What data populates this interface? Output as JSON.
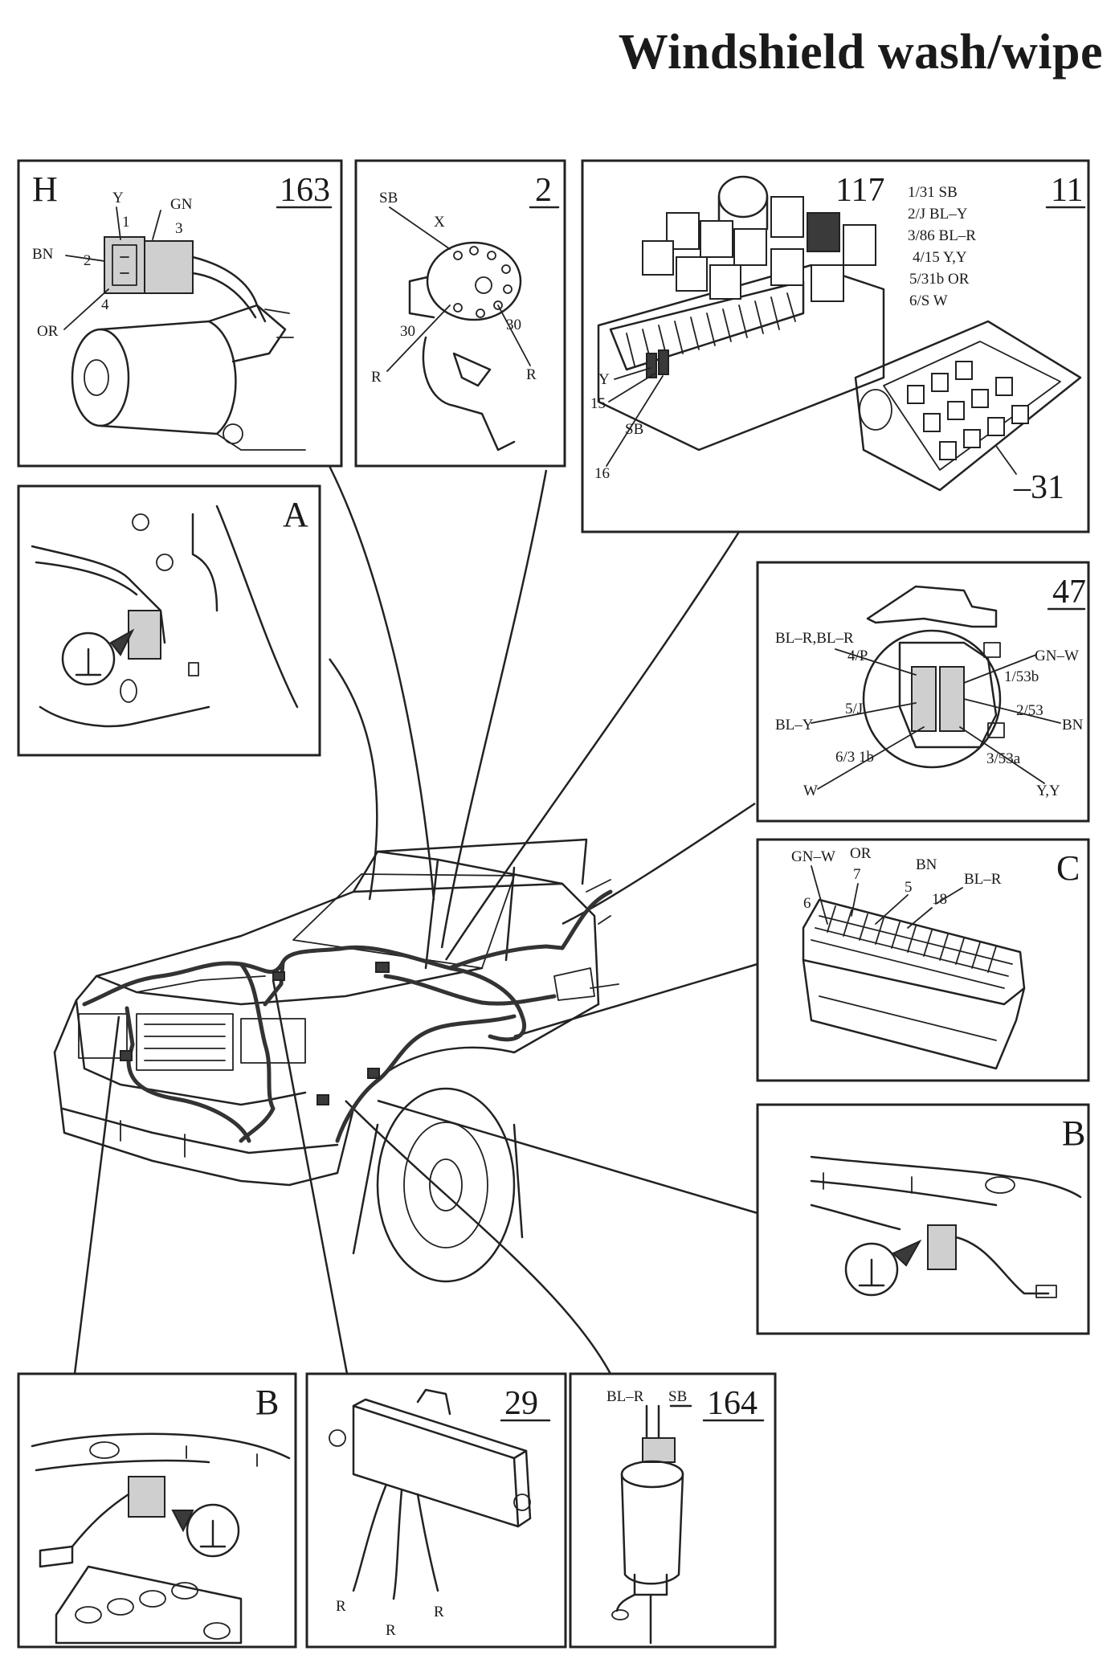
{
  "title": "Windshield wash/wipe",
  "panels": {
    "h163": {
      "letter": "H",
      "number": "163",
      "pins": {
        "y": "Y",
        "p1": "1",
        "gn": "GN",
        "p3": "3",
        "bn": "BN",
        "p2": "2",
        "p4": "4",
        "or": "OR"
      }
    },
    "s2": {
      "number": "2",
      "labels": {
        "sb": "SB",
        "x": "X",
        "n30a": "30",
        "n30b": "30",
        "ra": "R",
        "rb": "R"
      }
    },
    "r117": {
      "number": "117",
      "part": "11",
      "legend": [
        "1/31 SB",
        "2/J BL–Y",
        "3/86 BL–R",
        "4/15 Y,Y",
        "5/31b OR",
        "6/S W"
      ],
      "y": "Y",
      "n15": "15",
      "sb": "SB",
      "n16": "16",
      "n31": "–31"
    },
    "a": {
      "letter": "A"
    },
    "s47": {
      "number": "47",
      "labels": {
        "blr": "BL–R,BL–R",
        "p4": "4/P",
        "gnw": "GN–W",
        "p153b": "1/53b",
        "p5j": "5/J",
        "bly": "BL–Y",
        "p253": "2/53",
        "bn": "BN",
        "p631b": "6/3 1b",
        "w": "W",
        "p353a": "3/53a",
        "yy": "Y,Y"
      }
    },
    "c": {
      "letter": "C",
      "labels": {
        "gnw": "GN–W",
        "or": "OR",
        "n7": "7",
        "bn": "BN",
        "n5": "5",
        "blr": "BL–R",
        "n18": "18",
        "n6": "6"
      }
    },
    "b_right": {
      "letter": "B"
    },
    "b_left": {
      "letter": "B"
    },
    "m29": {
      "number": "29",
      "r1": "R",
      "r2": "R",
      "r3": "R"
    },
    "p164": {
      "number": "164",
      "blr": "BL–R",
      "sb": "SB"
    }
  },
  "colors": {
    "ink": "#1a1a1a",
    "wire": "#333333",
    "background": "#ffffff"
  }
}
